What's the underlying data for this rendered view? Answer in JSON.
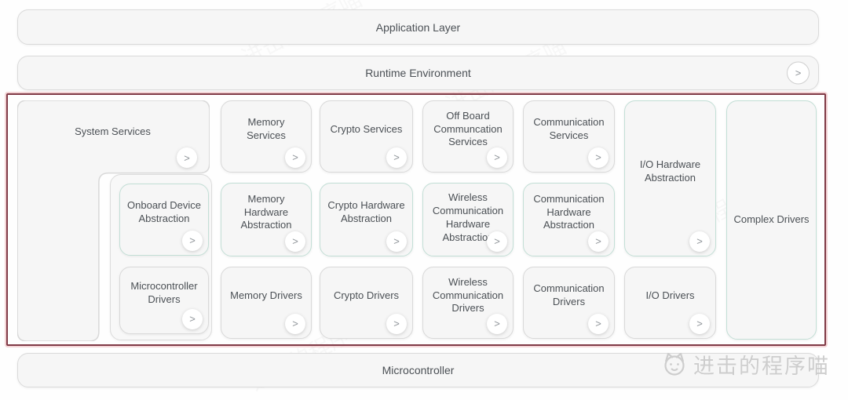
{
  "bars": {
    "application_layer": {
      "label": "Application Layer"
    },
    "runtime_environment": {
      "label": "Runtime Environment"
    },
    "microcontroller": {
      "label": "Microcontroller"
    }
  },
  "boxes": {
    "system_services": {
      "label": "System Services"
    },
    "memory_services": {
      "label": "Memory Services"
    },
    "crypto_services": {
      "label": "Crypto Services"
    },
    "offboard_communication_services": {
      "label": "Off Board Communcation Services"
    },
    "communication_services": {
      "label": "Communication Services"
    },
    "io_hardware_abstraction": {
      "label": "I/O Hardware Abstraction"
    },
    "complex_drivers": {
      "label": "Complex Drivers"
    },
    "onboard_device_abstraction": {
      "label": "Onboard Device Abstraction"
    },
    "memory_hardware_abstraction": {
      "label": "Memory Hardware Abstraction"
    },
    "crypto_hardware_abstraction": {
      "label": "Crypto Hardware Abstraction"
    },
    "wireless_communication_hardware_abstraction": {
      "label": "Wireless Communication Hardware Abstraction"
    },
    "communication_hardware_abstraction": {
      "label": "Communication Hardware Abstraction"
    },
    "microcontroller_drivers": {
      "label": "Microcontroller Drivers"
    },
    "memory_drivers": {
      "label": "Memory Drivers"
    },
    "crypto_drivers": {
      "label": "Crypto Drivers"
    },
    "wireless_communication_drivers": {
      "label": "Wireless Communication Drivers"
    },
    "communication_drivers": {
      "label": "Communication Drivers"
    },
    "io_drivers": {
      "label": "I/O Drivers"
    }
  },
  "icons": {
    "chevron_right": ">"
  },
  "watermark": {
    "text": "进击的程序喵"
  },
  "colors": {
    "highlight_border": "#803a46",
    "teal_border": "#c3dfd6",
    "gray_border": "#d9d9d9",
    "box_fill": "#f6f6f6",
    "text": "#4b5055"
  }
}
